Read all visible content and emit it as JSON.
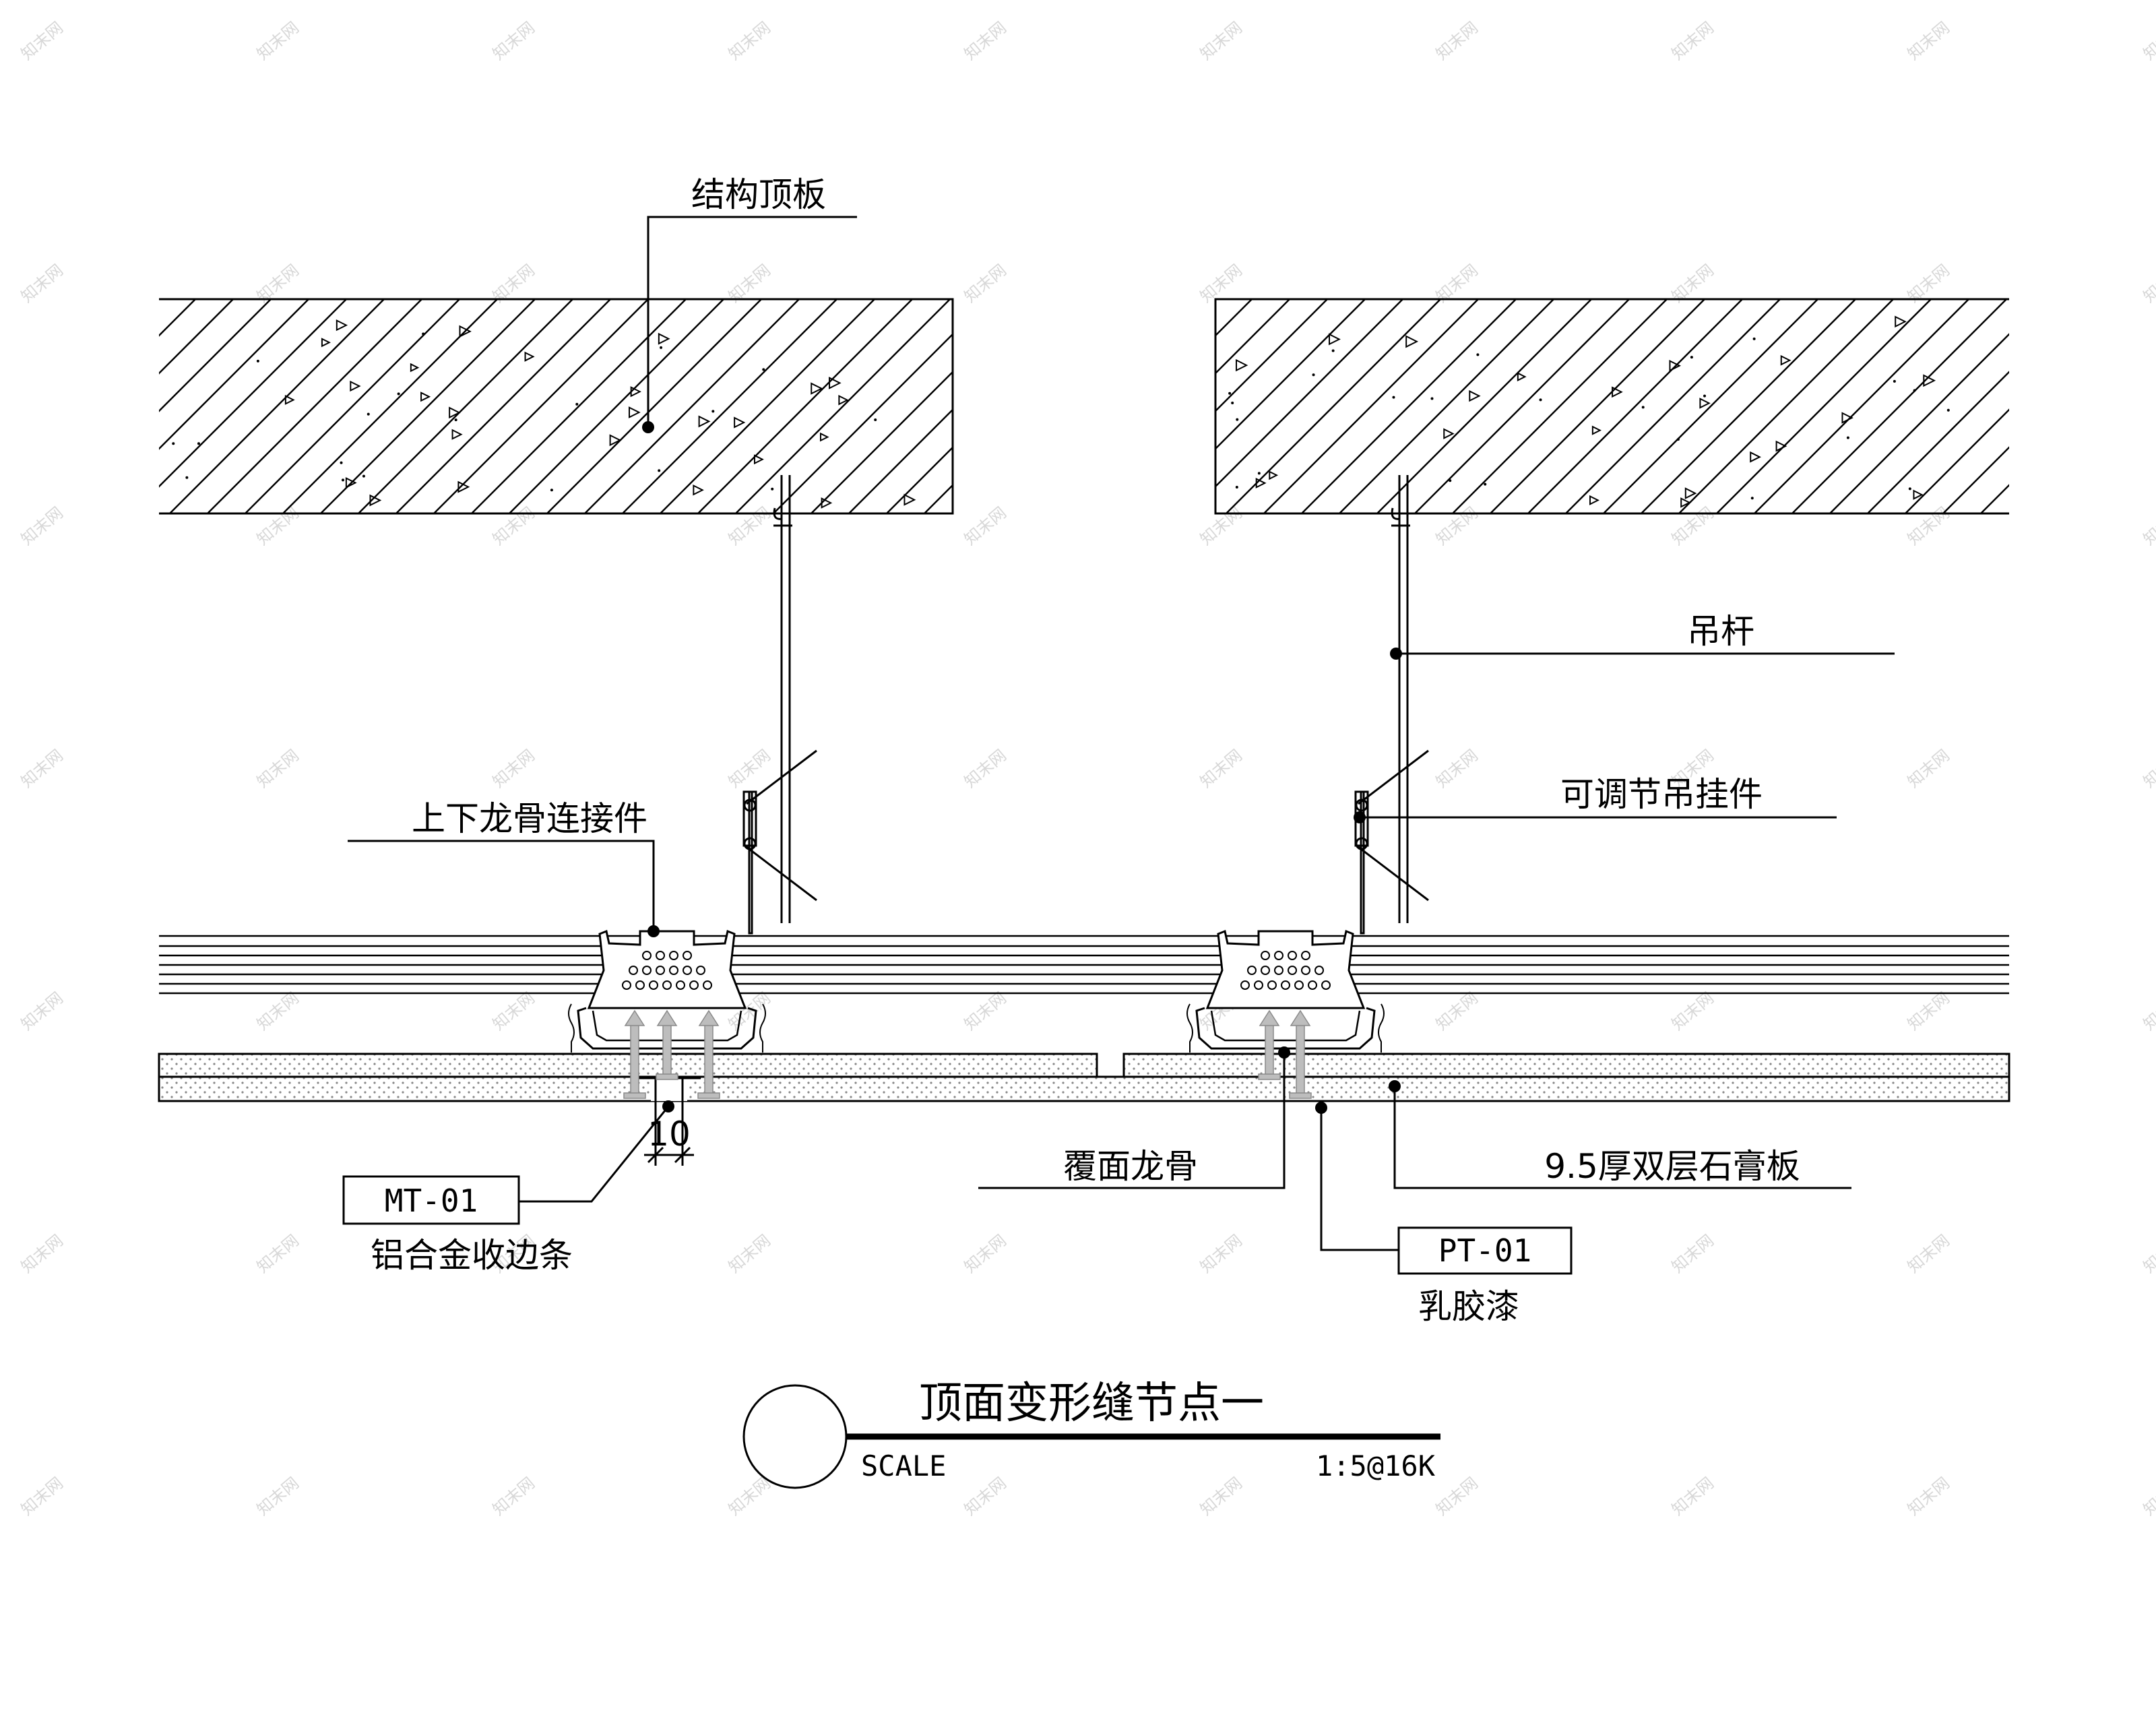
{
  "labels": {
    "structural_slab": "结构顶板",
    "hanger_rod": "吊杆",
    "adjustable_hanger": "可调节吊挂件",
    "keel_connector": "上下龙骨连接件",
    "cover_keel": "覆面龙骨",
    "gypsum_board": "9.5厚双层石膏板",
    "aluminum_trim_code": "MT-01",
    "aluminum_trim": "铝合金收边条",
    "latex_paint_code": "PT-01",
    "latex_paint": "乳胶漆",
    "gap_dimension": "10"
  },
  "title": {
    "name": "顶面变形缝节点一",
    "scale_label": "SCALE",
    "scale_value": "1:5@16K"
  },
  "watermark": "知末网"
}
